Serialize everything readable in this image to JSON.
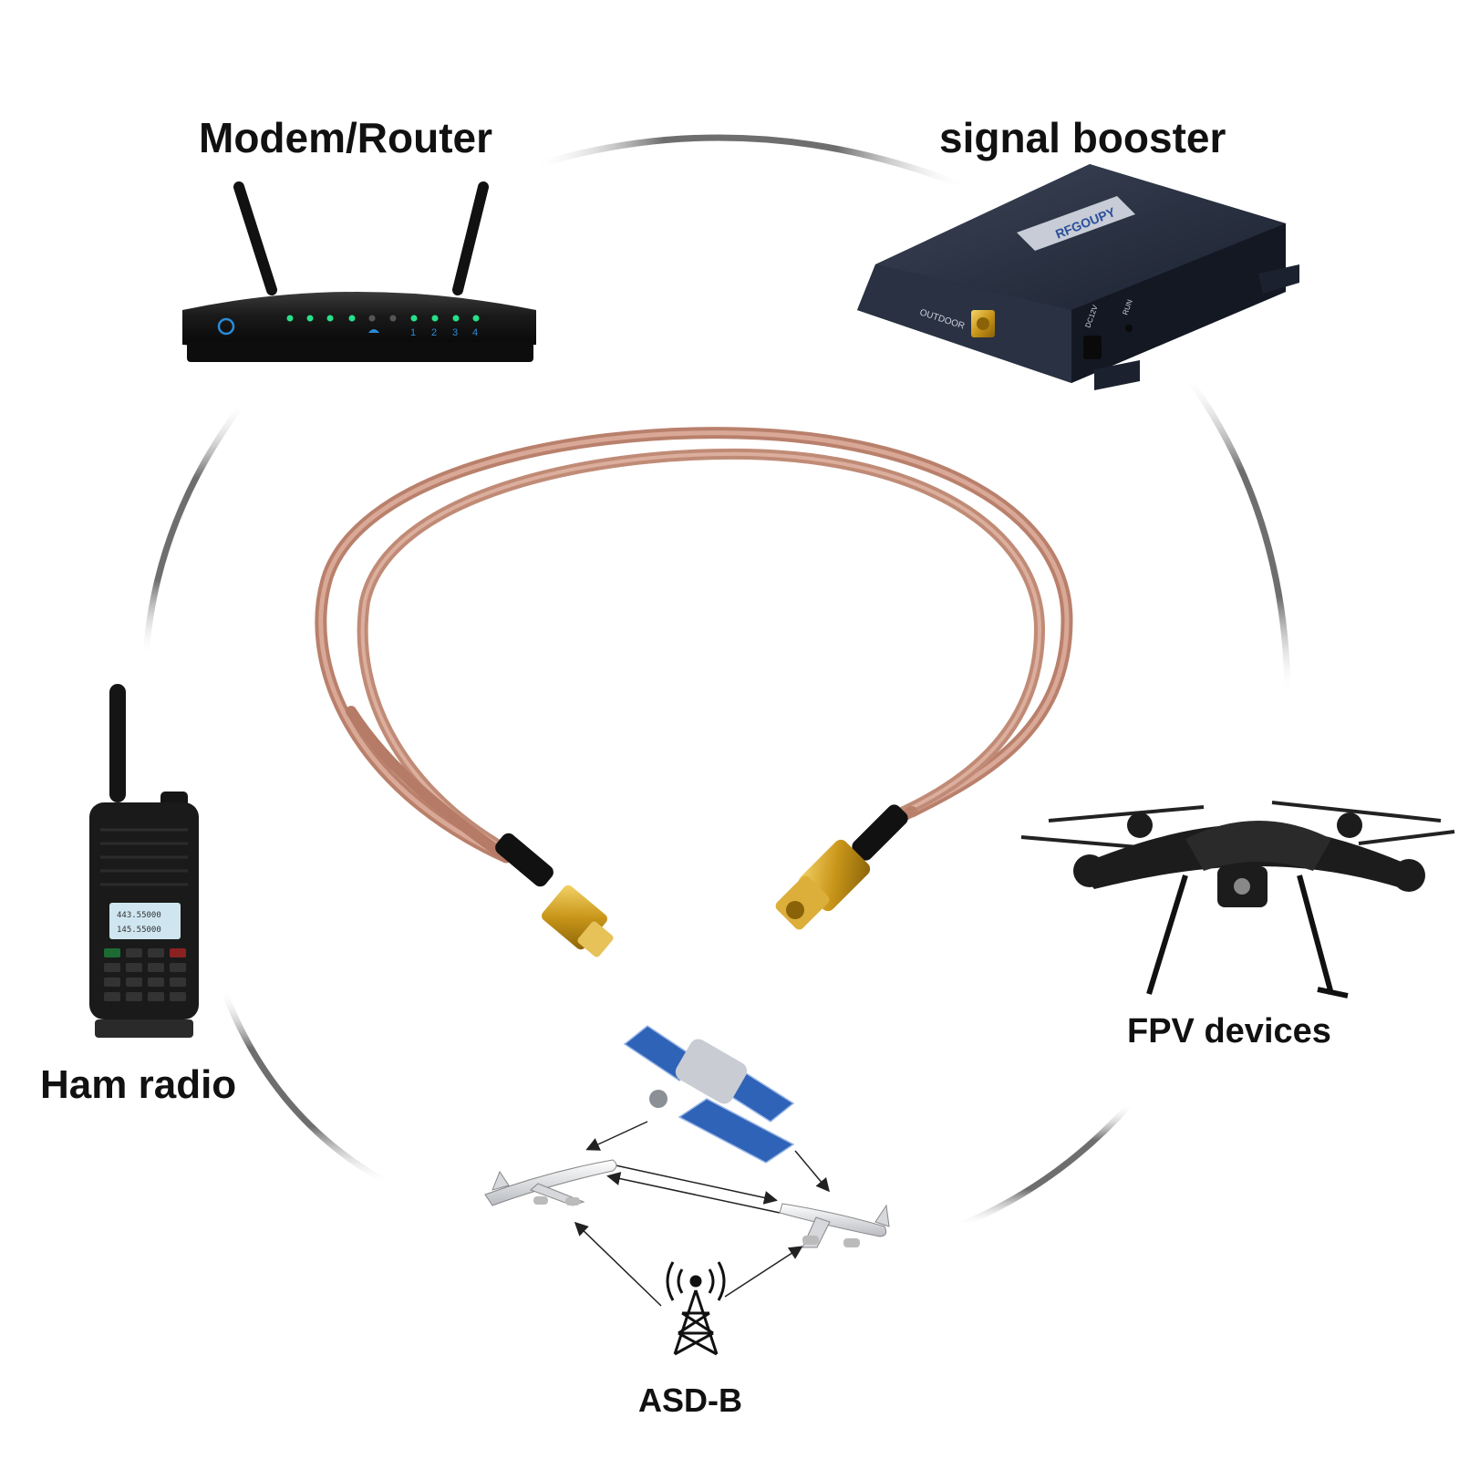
{
  "labels": {
    "modem_router": "Modem/Router",
    "signal_booster": "signal booster",
    "ham_radio": "Ham radio",
    "fpv_devices": "FPV devices",
    "asd_b": "ASD-B"
  },
  "booster": {
    "brand": "RFGOUPY",
    "port_outdoor": "OUTDOOR",
    "port_dc": "DC12V",
    "led_run": "RUN"
  },
  "router": {
    "port_numbers": [
      "1",
      "2",
      "3",
      "4"
    ]
  },
  "radio": {
    "freq_line_1": "443.55000",
    "freq_line_2": "145.55000"
  },
  "colors": {
    "cable": "#c8907c",
    "connector_gold": "#d4a017",
    "arc_gray": "#8a8a8a",
    "device_dark": "#1e2430",
    "solar_blue": "#2f63b8"
  }
}
